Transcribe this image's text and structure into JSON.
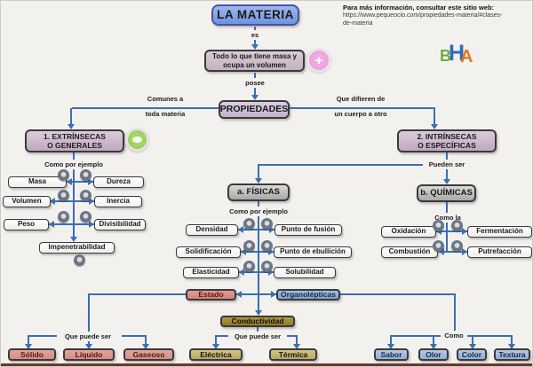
{
  "info_note": {
    "heading": "Para más información, consultar este sitio web:",
    "url_line1": "https://www.pequeocio.com/propiedades-materia/#clases-",
    "url_line2": "de-materia"
  },
  "logo": {
    "b": "B",
    "h": "H",
    "a": "A"
  },
  "icons": {
    "plus": "+",
    "eye": "eye-marker",
    "audio": "audio-marker"
  },
  "nodes": {
    "root": "LA MATERIA",
    "definition": "Todo lo que tiene masa y ocupa un volumen",
    "propiedades": "PROPIEDADES",
    "extrinsecas_l1": "1.  EXTRÍNSECAS",
    "extrinsecas_l2": "O GENERALES",
    "intrinsecas_l1": "2.  INTRÍNSECAS",
    "intrinsecas_l2": "O  ESPECÍFICAS",
    "fisicas": "a.  FÍSICAS",
    "quimicas": "b.  QUÍMICAS",
    "estado": "Estado",
    "organolepticas": "Organolépticas",
    "conductividad": "Conductividad"
  },
  "generales": {
    "left": [
      "Masa",
      "Volumen",
      "Peso"
    ],
    "right": [
      "Dureza",
      "Inercia",
      "Divisibilidad"
    ],
    "bottom": "Impenetrabilidad"
  },
  "fisicas_ej": {
    "left": [
      "Densidad",
      "Solidificación",
      "Elasticidad"
    ],
    "right": [
      "Punto de fusión",
      "Punto de ebullición",
      "Solubilidad"
    ]
  },
  "quimicas_ej": {
    "left": [
      "Oxidación",
      "Combustión"
    ],
    "right": [
      "Fermentación",
      "Putrefacción"
    ]
  },
  "estados": [
    "Sólido",
    "Líquido",
    "Gaseoso"
  ],
  "conductividades": [
    "Eléctrica",
    "Térmica"
  ],
  "organolepticas_list": [
    "Sabor",
    "Olor",
    "Color",
    "Textura"
  ],
  "labels": {
    "es": "es",
    "posee": "posee",
    "comunes_l1": "Comunes a",
    "comunes_l2": "toda materia",
    "difieren_l1": "Que difieren de",
    "difieren_l2": "un cuerpo a otro",
    "como_por_ejemplo": "Como por ejemplo",
    "pueden_ser": "Pueden ser",
    "como_la": "Como la",
    "que_puede_ser": "Que puede ser",
    "como": "Como"
  },
  "colors": {
    "line": "#3a6fb2",
    "root_fill": "#7fa3e6",
    "lavender_fill": "#d2c3d2",
    "silver_fill": "#c0c0be",
    "white_fill": "#fdfdfd",
    "estado_fill": "#dd8a80",
    "salmon_fill": "#dc9b93",
    "blue_fill": "#8fafd9",
    "lightblue_fill": "#a9bedc",
    "olive_fill": "#a58d33",
    "khaki_fill": "#c9b97a",
    "plus_marker": "#eb97dc",
    "eye_marker": "#8cc94b",
    "audio_marker": "#6d7483",
    "bottom_strip": "#74352c"
  }
}
